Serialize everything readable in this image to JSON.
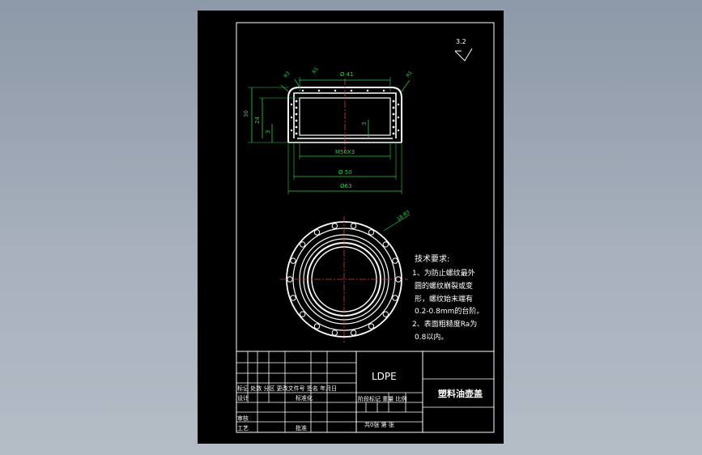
{
  "drawing": {
    "roughness_symbol": "3.2",
    "dimensions": {
      "r3_left": "R3",
      "r1": "R1",
      "d41": "Ø 41",
      "r1_right": "R1",
      "h30": "30",
      "h24": "24",
      "h3_left": "3",
      "h3_inner": "3",
      "thread": "M50X3",
      "d50": "Ø 50",
      "d63": "Ø63",
      "teeth": "18-R3"
    },
    "tech_requirements": {
      "title": "技术要求:",
      "lines": [
        "1、为防止螺纹最外",
        "圆的螺纹崩裂或变",
        "形，螺纹始末端有",
        "0.2-0.8mm的台阶。",
        "2、表面粗糙度Ra为",
        "0.8以内。"
      ]
    },
    "title_block": {
      "material": "LDPE",
      "part_name": "塑料油壶盖",
      "header_row": "标记 处数 分区 更改文件号 签名 年月日",
      "designer": "设计",
      "standardization": "标准化",
      "stage_labels": "阶段标记 重量 比例",
      "review": "审核",
      "process": "工艺",
      "approve": "批准",
      "sheet_info": "共0张 第 张"
    }
  }
}
